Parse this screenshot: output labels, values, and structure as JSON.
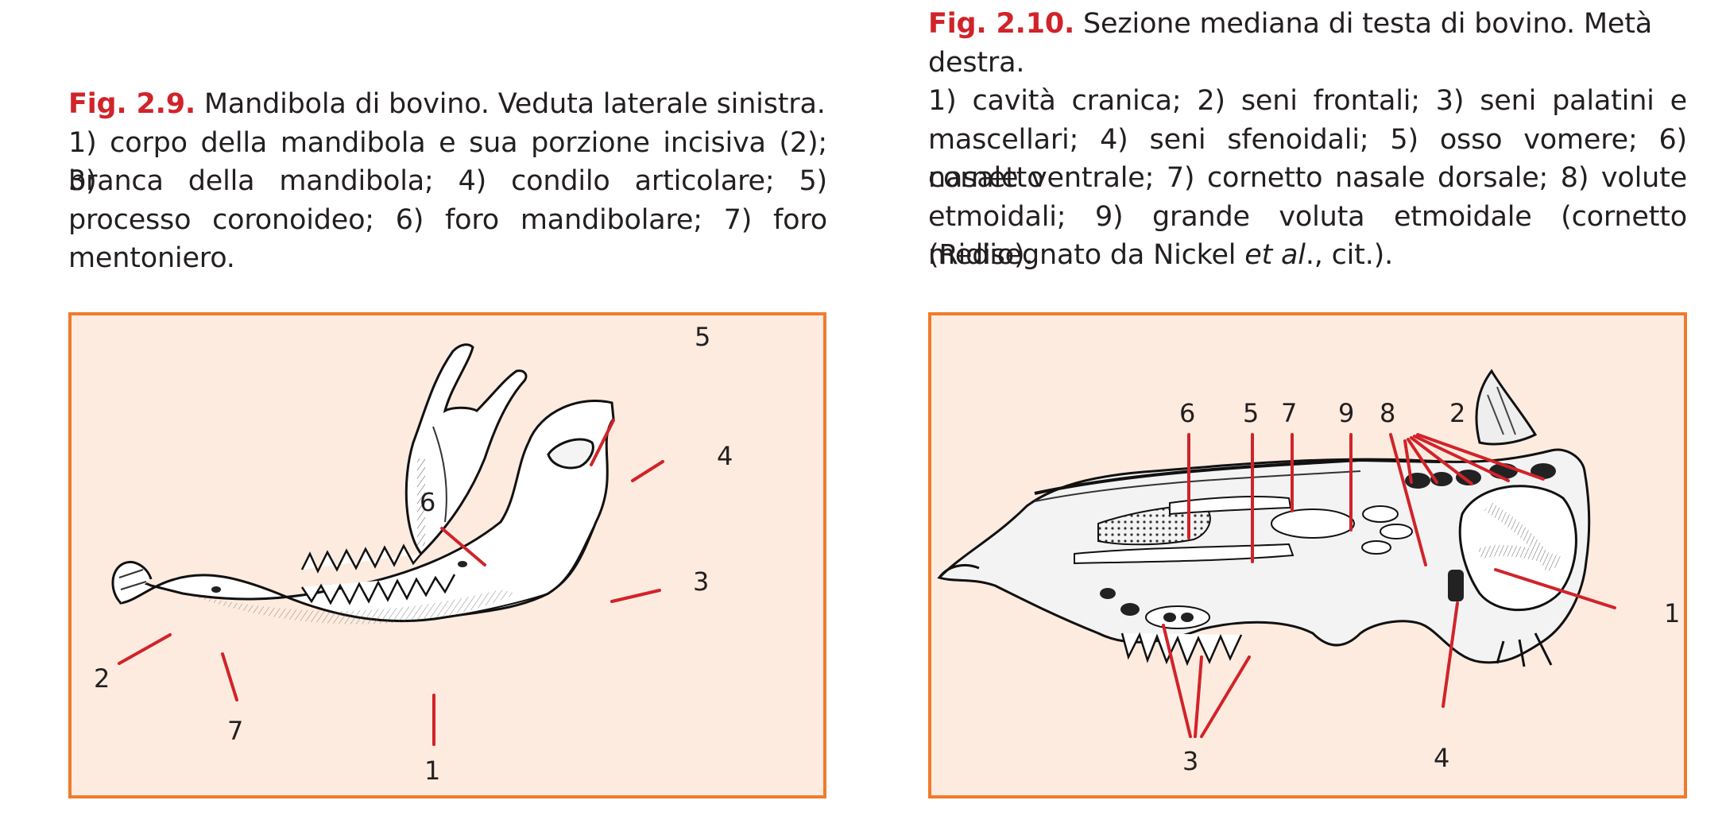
{
  "fig_left": {
    "number": "Fig. 2.9.",
    "lines": [
      " Mandibola di bovino. Veduta laterale sinistra.",
      "1) corpo della mandibola e sua porzione incisiva (2); 3)",
      "branca della mandibola; 4) condilo articolare; 5)",
      "processo coronoideo; 6) foro mandibolare; 7) foro",
      "mentoniero."
    ],
    "labels": {
      "l1": "1",
      "l2": "2",
      "l3": "3",
      "l4": "4",
      "l5": "5",
      "l6": "6",
      "l7": "7"
    }
  },
  "fig_right": {
    "number": "Fig. 2.10.",
    "lines": [
      " Sezione mediana di testa di bovino. Metà",
      "destra.",
      "1) cavità cranica; 2) seni frontali; 3) seni palatini e",
      "mascellari; 4) seni sfenoidali; 5) osso vomere; 6) cornetto",
      "nasale ventrale; 7) cornetto nasale dorsale; 8) volute",
      "etmoidali; 9) grande voluta etmoidale (cornetto medio).",
      "(Ridisegnato da Nickel ",
      "et al",
      "., cit.)."
    ],
    "labels": {
      "l1": "1",
      "l2": "2",
      "l3": "3",
      "l4": "4",
      "l5": "5",
      "l6": "6",
      "l7": "7",
      "l8": "8",
      "l9": "9"
    }
  },
  "colors": {
    "accent": "#d1232a",
    "frame_border": "#ef7b2c",
    "frame_fill": "#fdebdf"
  }
}
